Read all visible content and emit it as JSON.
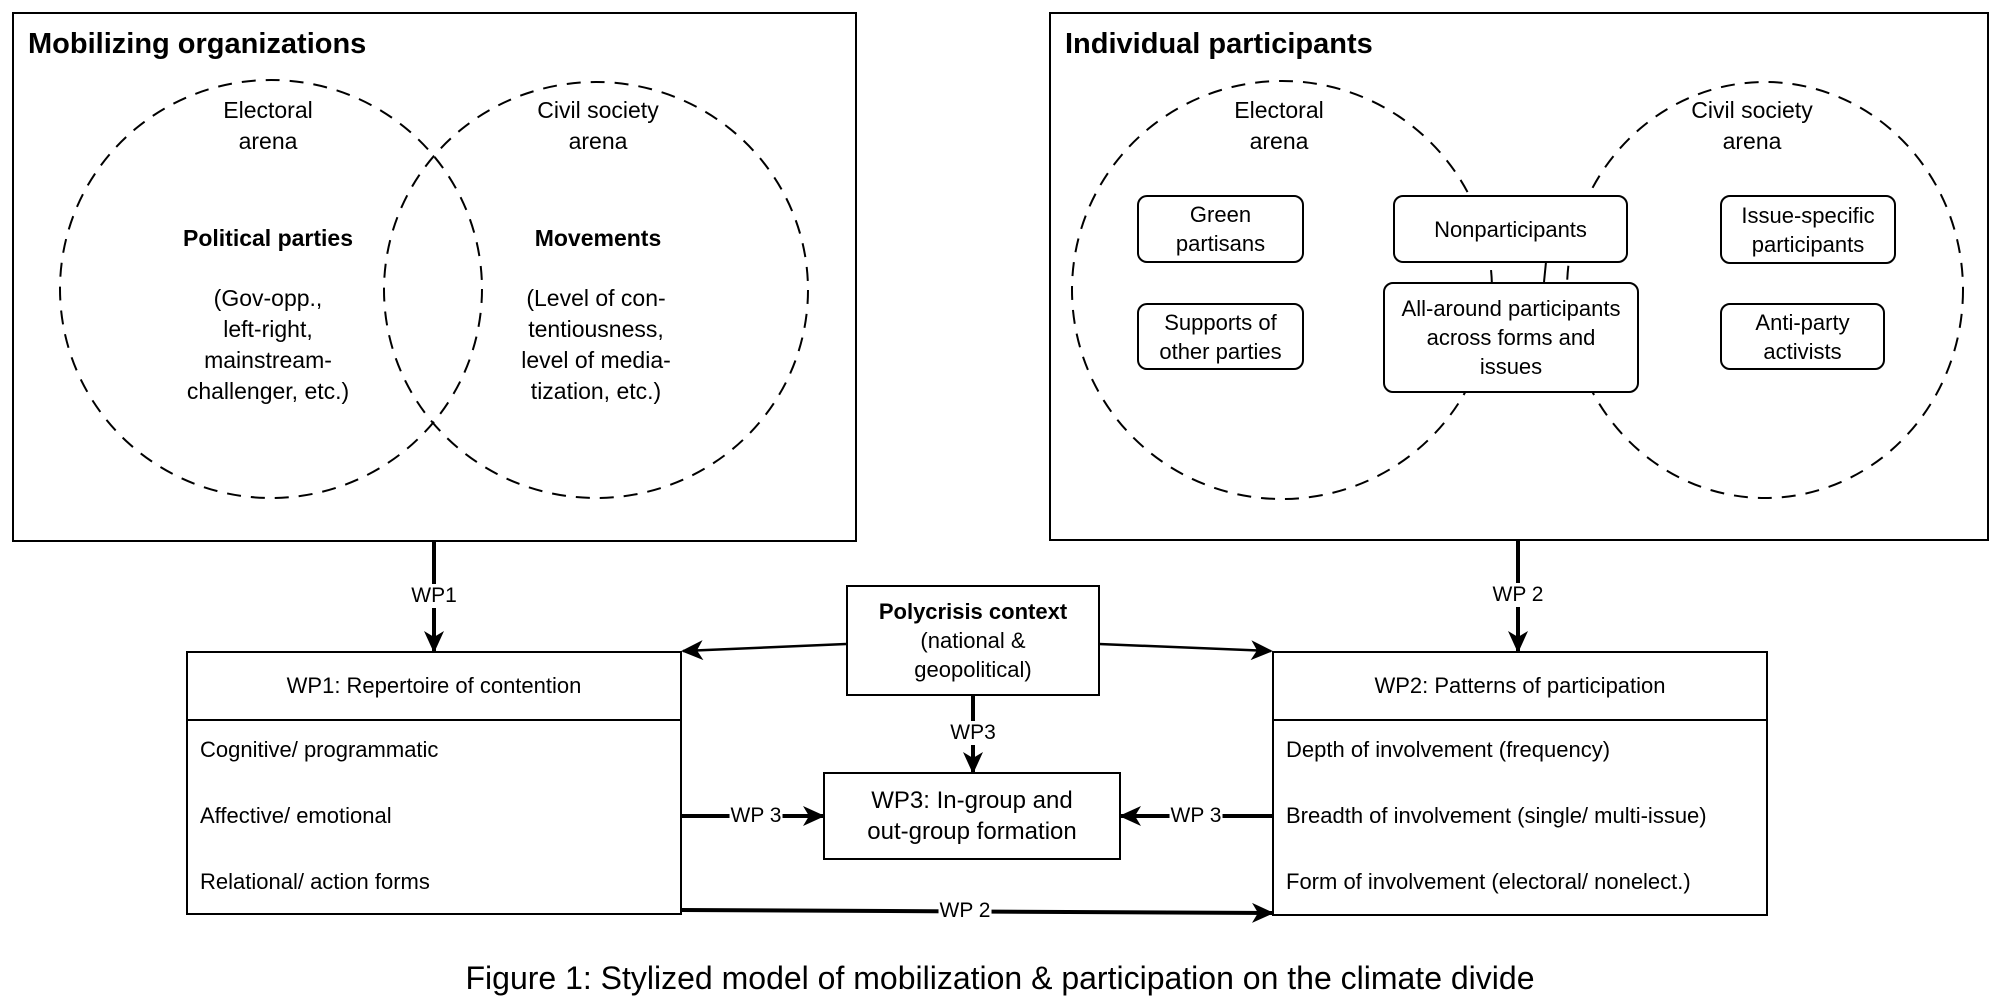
{
  "panels": {
    "mobilizing": {
      "title": "Mobilizing organizations",
      "arenas": [
        {
          "label": "Electoral\narena",
          "actor": "Political parties",
          "description": "(Gov-opp.,\n left-right,\nmainstream-\nchallenger, etc.)"
        },
        {
          "label": "Civil society\narena",
          "actor": "Movements",
          "description": "(Level of con-\ntentiousness,\n level of media-\ntization, etc.)"
        }
      ]
    },
    "individual": {
      "title": "Individual participants",
      "arenas": [
        {
          "label": "Electoral\narena"
        },
        {
          "label": "Civil society\narena"
        }
      ],
      "groups": {
        "green_partisans": "Green\npartisans",
        "supporters_other": "Supports of\nother parties",
        "nonparticipants": "Nonparticipants",
        "all_around": "All-around participants\nacross forms and\nissues",
        "issue_specific": "Issue-specific\nparticipants",
        "anti_party": "Anti-party\nactivists"
      }
    }
  },
  "context": {
    "title": "Polycrisis context",
    "subtitle": "(national &\ngeopolitical)"
  },
  "wp1": {
    "title": "WP1: Repertoire of contention",
    "items": [
      "Cognitive/ programmatic",
      "Affective/ emotional",
      "Relational/ action forms"
    ]
  },
  "wp2": {
    "title": "WP2: Patterns of participation",
    "items": [
      "Depth of involvement (frequency)",
      "Breadth of involvement (single/ multi-issue)",
      "Form of involvement (electoral/ nonelect.)"
    ]
  },
  "wp3": {
    "title": "WP3: In-group and\nout-group formation"
  },
  "edges": {
    "org_to_wp1": "WP1",
    "ind_to_wp2": "WP 2",
    "context_to_wp3": "WP3",
    "wp1_to_wp3": "WP 3",
    "wp2_to_wp3": "WP 3",
    "wp1_to_wp2": "WP 2"
  },
  "caption": "Figure 1: Stylized model of mobilization & participation on the climate divide"
}
